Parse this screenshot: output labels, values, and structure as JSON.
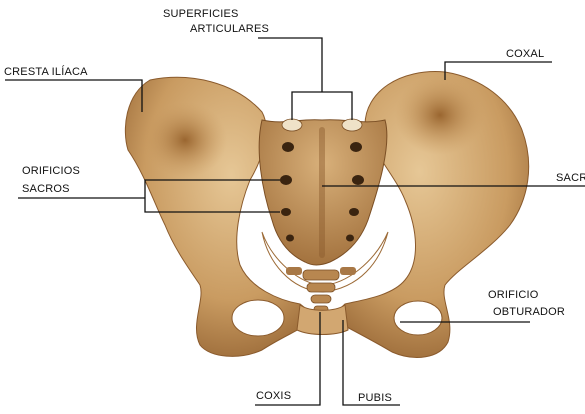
{
  "labels": {
    "superficies_1": "SUPERFICIES",
    "superficies_2": "ARTICULARES",
    "coxal": "COXAL",
    "cresta": "CRESTA ILÍACA",
    "orificios_1": "ORIFICIOS",
    "orificios_2": "SACROS",
    "sacro": "SACRO",
    "orificio_1": "ORIFICIO",
    "orificio_2": "OBTURADOR",
    "coxis": "COXIS",
    "pubis": "PUBIS"
  },
  "colors": {
    "bone_light": "#d9b482",
    "bone_mid": "#c3955c",
    "bone_dark": "#8a5a2c",
    "hole": "#3a2410",
    "line": "#111111"
  }
}
